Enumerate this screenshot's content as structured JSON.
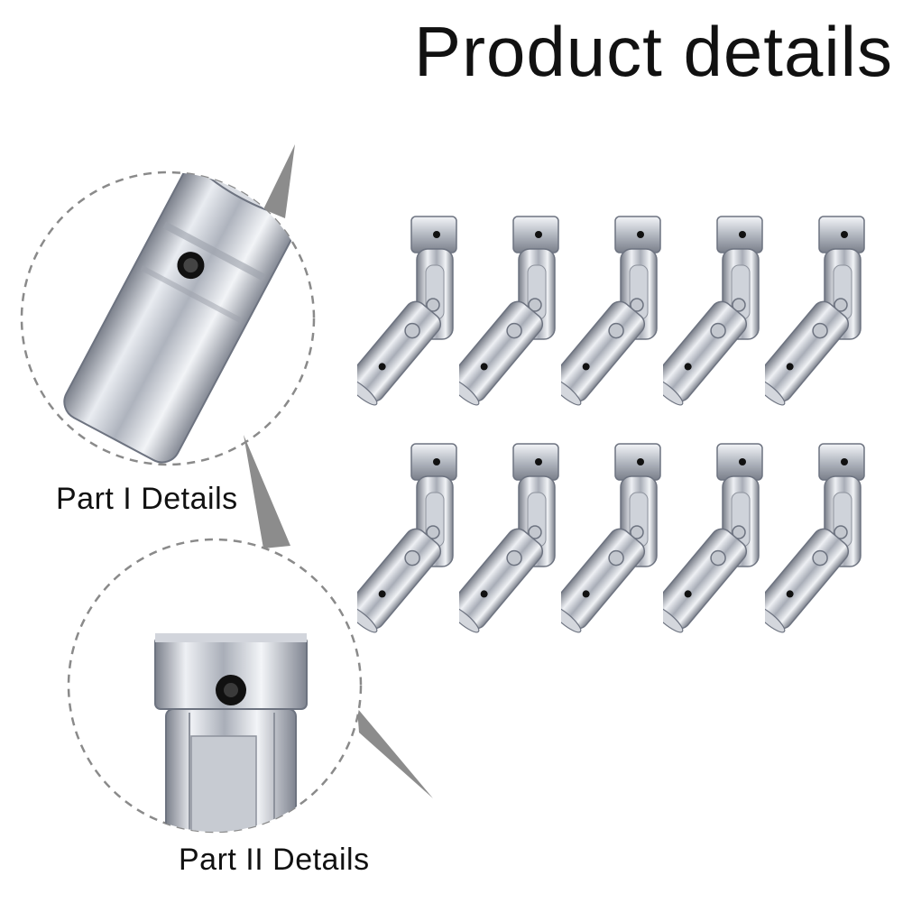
{
  "page": {
    "title": "Product details"
  },
  "details": [
    {
      "label": "Part I Details",
      "icon": "connector-tube-hole-closeup"
    },
    {
      "label": "Part II Details",
      "icon": "connector-hinge-hole-closeup"
    }
  ],
  "products": {
    "icon": "angled-hinge-pipe-connector",
    "rows": 2,
    "per_row": 5,
    "count": 10
  },
  "colors": {
    "metal_light": "#eef0f4",
    "metal_mid": "#b9bec8",
    "metal_dark": "#6d7380",
    "hole": "#111111",
    "dashed_circle": "#8a8a8a",
    "pointer": "#8c8c8c"
  }
}
